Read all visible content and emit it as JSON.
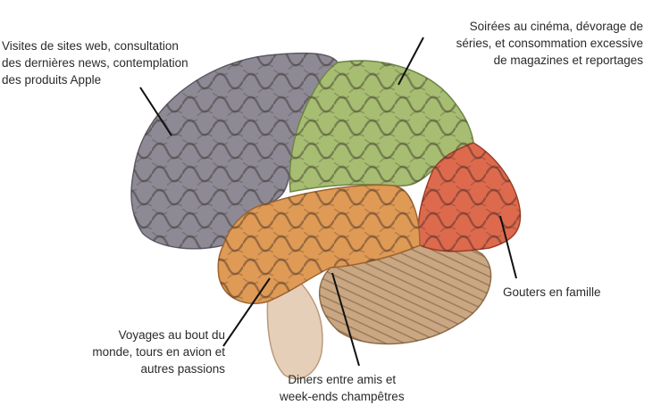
{
  "colors": {
    "background": "#ffffff",
    "frontal_lobe": "#8e8a95",
    "parietal_lobe": "#a7bd71",
    "occipital_lobe": "#de6a4d",
    "temporal_lobe": "#df9a55",
    "cerebellum": "#c9a782",
    "brainstem": "#e6cfb8",
    "label_text": "#2a2a2a",
    "pointer_line": "#111111"
  },
  "labels": {
    "frontal": {
      "lines": [
        "Visites de sites web, consultation",
        "des dernières news, contemplation",
        "des produits Apple"
      ]
    },
    "parietal": {
      "lines": [
        "Soirées au cinéma, dévorage de",
        "séries, et consommation excessive",
        "de magazines et reportages"
      ]
    },
    "occipital": {
      "lines": [
        "Gouters en famille"
      ]
    },
    "temporal": {
      "lines": [
        "Voyages au bout du",
        "monde, tours en avion et",
        "autres passions"
      ]
    },
    "cerebellum": {
      "lines": [
        "Diners entre amis et",
        "week-ends champêtres"
      ]
    }
  }
}
